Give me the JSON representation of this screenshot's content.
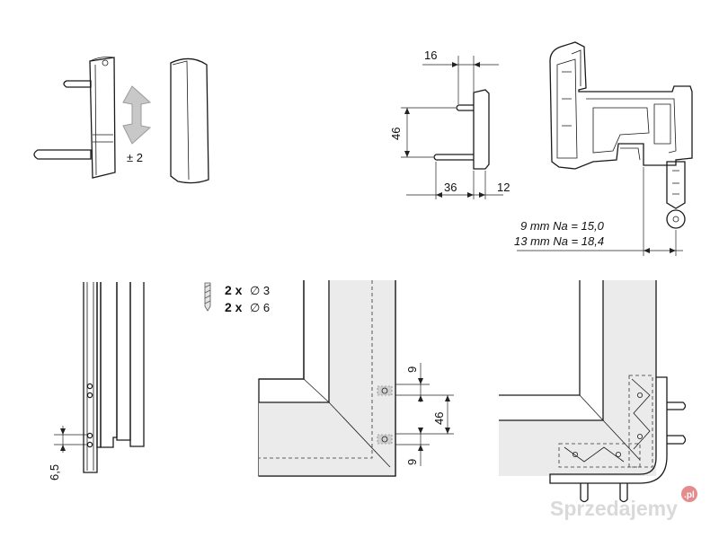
{
  "hinge_adjust": {
    "label": "± 2"
  },
  "profile_dims": {
    "top_width": "16",
    "height": "46",
    "bottom_left": "36",
    "bottom_right": "12"
  },
  "overlap_notes": {
    "line1": "9 mm Na = 15,0",
    "line2": "13 mm Na = 18,4"
  },
  "side_view": {
    "offset": "6,5"
  },
  "drill_spec": {
    "row1": {
      "qty": "2 x",
      "diameter": "∅ 3"
    },
    "row2": {
      "qty": "2 x",
      "diameter": "∅ 6"
    }
  },
  "corner_dims": {
    "top_gap": "9",
    "spacing": "46",
    "bottom_gap": "9"
  },
  "watermark": {
    "text": "Sprzedajemy",
    "suffix": ".pl"
  }
}
